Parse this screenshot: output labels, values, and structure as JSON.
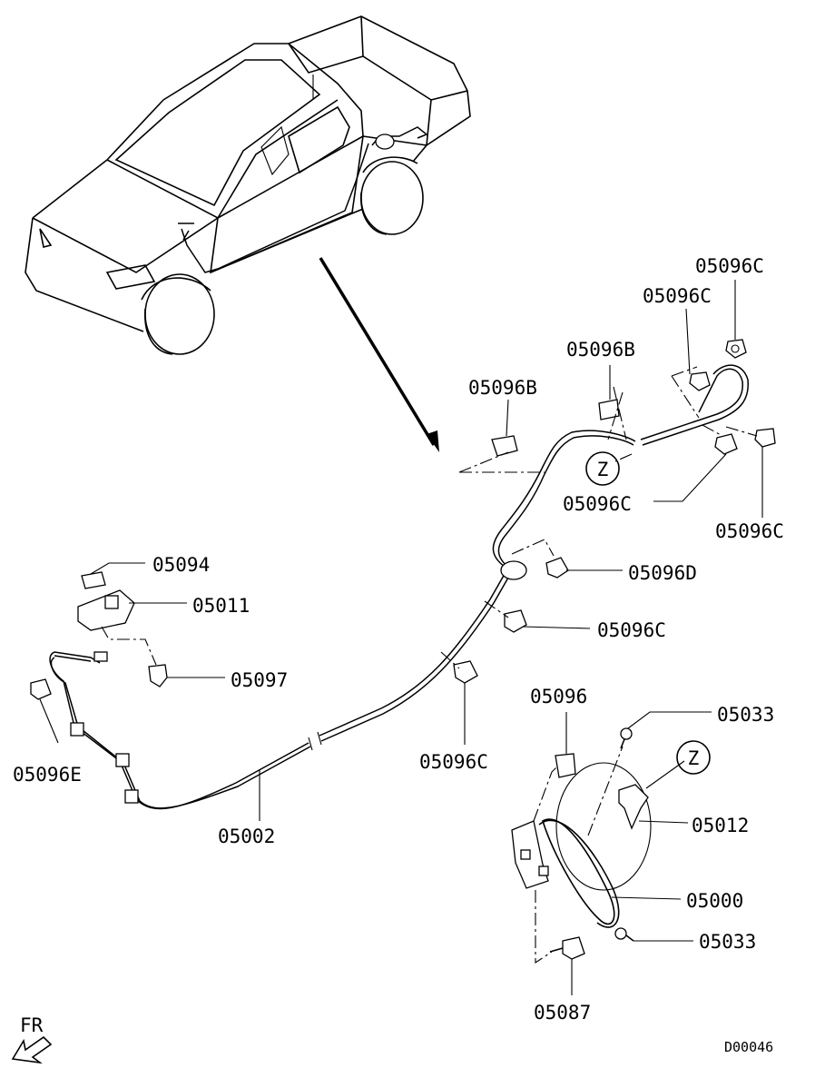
{
  "diagram": {
    "part_labels": [
      "05096C",
      "05096C",
      "05096B",
      "05096B",
      "05096C",
      "05096C",
      "05094",
      "05011",
      "05096D",
      "05096C",
      "05097",
      "05096E",
      "05096C",
      "05096",
      "05033",
      "05012",
      "05002",
      "05000",
      "05033",
      "05087"
    ],
    "view_marker": "Z",
    "direction_label": "FR",
    "drawing_code": "D00046"
  },
  "icons": [
    "pickup-truck-illustration",
    "harness-cable",
    "connector-clip",
    "fuel-lid-icon",
    "direction-arrow-icon"
  ]
}
